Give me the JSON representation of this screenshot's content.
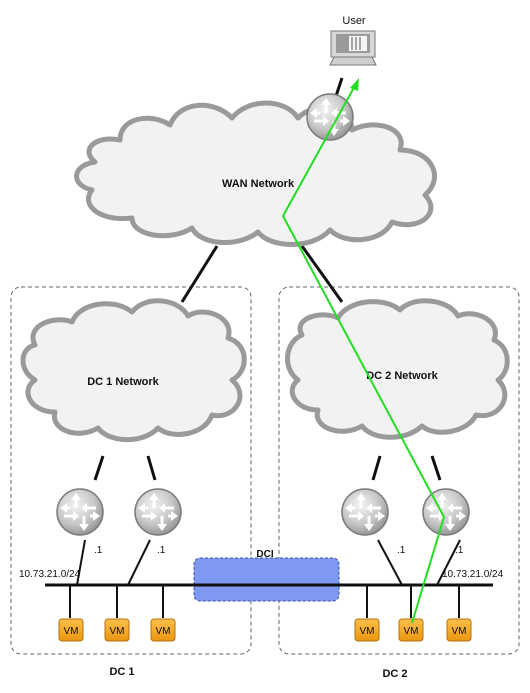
{
  "user_label": "User",
  "wan_label": "WAN Network",
  "dc1": {
    "network_label": "DC 1 Network",
    "router1_suffix": ".1",
    "router2_suffix": ".1",
    "subnet": "10.73.21.0/24",
    "vm_labels": [
      "VM",
      "VM",
      "VM"
    ],
    "footer": "DC 1"
  },
  "dc2": {
    "network_label": "DC 2 Network",
    "router1_suffix": ".1",
    "router2_suffix": ".1",
    "subnet": "10.73.21.0/24",
    "vm_labels": [
      "VM",
      "VM",
      "VM"
    ],
    "footer": "DC 2"
  },
  "dci_label": "DCI",
  "colors": {
    "path": "#22dd22",
    "dci_fill": "#7f99f2",
    "vm_fill": "#f4a81c",
    "router_fill": "#c8c8c8",
    "cloud_fill": "#f2f2f2"
  }
}
